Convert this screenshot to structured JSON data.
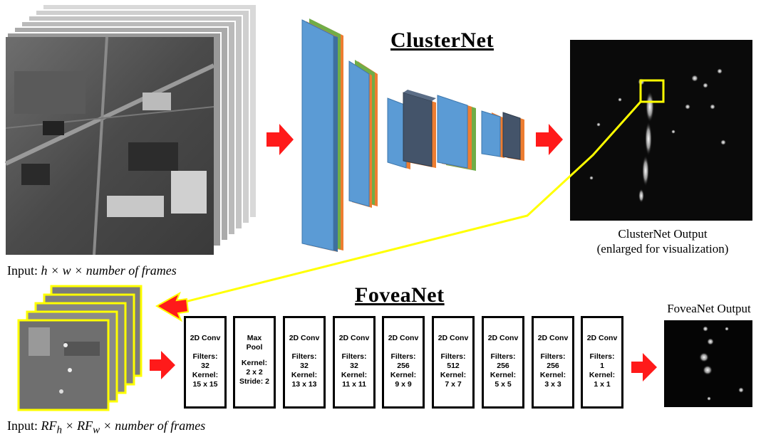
{
  "clusternet": {
    "title": "ClusterNet",
    "output_caption_line1": "ClusterNet Output",
    "output_caption_line2": "(enlarged for visualization)",
    "input_label_prefix": "Input: ",
    "input_label_math": "h × w × number of frames"
  },
  "foveanet": {
    "title": "FoveaNet",
    "output_caption": "FoveaNet Output",
    "input_label_prefix": "Input: ",
    "input_label_math": "RF",
    "input_label_sub_h": "h",
    "input_label_times": " × RF",
    "input_label_sub_w": "w",
    "input_label_tail": " × number of frames",
    "layers": [
      {
        "name": "2D Conv",
        "params": "Filters:\n32\nKernel:\n15 x 15"
      },
      {
        "name": "Max\nPool",
        "params": "Kernel:\n2 x 2\nStride: 2"
      },
      {
        "name": "2D Conv",
        "params": "Filters:\n32\nKernel:\n13 x 13"
      },
      {
        "name": "2D Conv",
        "params": "Filters:\n32\nKernel:\n11 x 11"
      },
      {
        "name": "2D Conv",
        "params": "Filters:\n256\nKernel:\n9 x 9"
      },
      {
        "name": "2D Conv",
        "params": "Filters:\n512\nKernel:\n7 x 7"
      },
      {
        "name": "2D Conv",
        "params": "Filters:\n256\nKernel:\n5 x 5"
      },
      {
        "name": "2D Conv",
        "params": "Filters:\n256\nKernel:\n3 x 3"
      },
      {
        "name": "2D Conv",
        "params": "Filters:\n1\nKernel:\n1 x 1"
      }
    ]
  },
  "colors": {
    "arrow_red": "#ff1a1a",
    "layer_blue": "#5b9bd5",
    "layer_orange": "#ed7d31",
    "layer_green": "#70ad47",
    "layer_slate": "#44546a",
    "highlight_yellow": "#ffff00"
  },
  "icons": [
    "red-right-arrow",
    "yellow-connector-arrow"
  ]
}
